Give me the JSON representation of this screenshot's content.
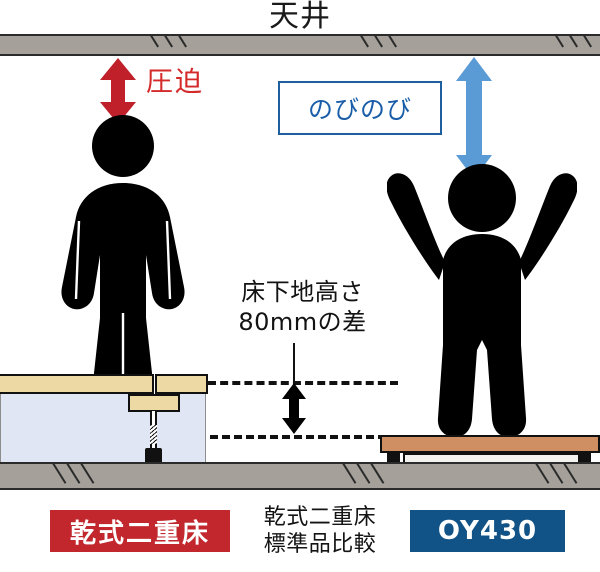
{
  "title": "天井",
  "labels": {
    "compress": "圧迫",
    "relax": "のびのび",
    "height_note_line1": "床下地高さ",
    "height_note_line2": "80mmの差"
  },
  "legend": {
    "left_chip": "乾式二重床",
    "center_line1": "乾式二重床",
    "center_line2": "標準品比較",
    "right_chip": "OY430"
  },
  "measurements": {
    "difference_mm": "80",
    "unit": "mm"
  },
  "colors": {
    "compress_red": "#d42a2a",
    "relax_blue": "#1a5da8",
    "arrow_red": "#c0202a",
    "arrow_blue": "#5b9bd5",
    "chip_red": "#c1272d",
    "chip_blue": "#115387",
    "slab_gray": "#a5a19a",
    "cavity_blue": "#e0e6f3",
    "board_tan": "#ecd9a4",
    "oy_board_brown": "#d08e63",
    "oy_panel_cream": "#f4f2ee",
    "figure_black": "#000000"
  },
  "icons": {
    "up_down_arrow_red": "red-double-arrow-icon",
    "up_down_arrow_blue": "blue-double-arrow-icon",
    "up_down_arrow_black": "black-double-arrow-icon",
    "standing_person": "standing-person-icon",
    "arms-raised-person": "arms-raised-person-icon"
  }
}
